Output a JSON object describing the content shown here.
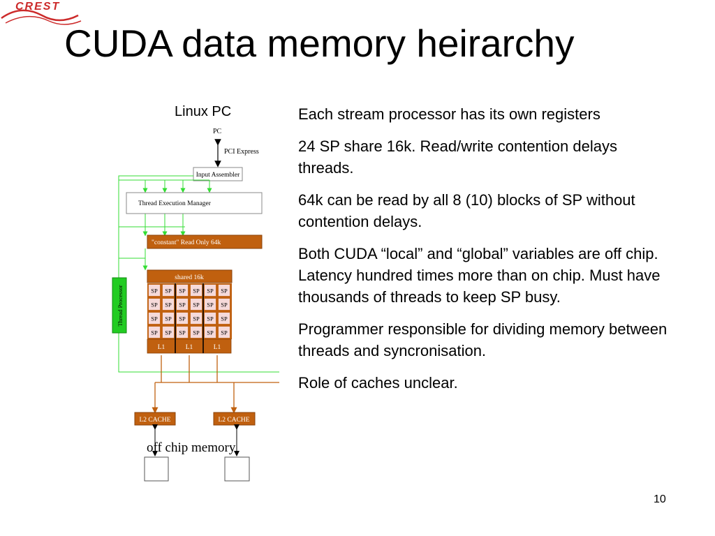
{
  "logo": {
    "text": "CREST",
    "color": "#cc2a2a"
  },
  "slide": {
    "title": "CUDA data memory heirarchy",
    "page_number": "10"
  },
  "diagram": {
    "host_label": "Linux PC",
    "pc_label": "PC",
    "pci_label": "PCI Express",
    "input_assembler": "Input Assembler",
    "thread_execution_manager": "Thread Execution Manager",
    "constant_memory": "\"constant\" Read Only 64k",
    "shared_memory": "shared 16k",
    "sp_label": "SP",
    "l1_label": "L1",
    "thread_processor": "Thread Processor",
    "l2_cache": "L2 CACHE",
    "off_chip_memory": "off chip memory",
    "colors": {
      "orange": "#c0600f",
      "sp_fill": "#f6dada",
      "green": "#33dd33",
      "thread_processor_fill": "#22cc22"
    }
  },
  "bullets": [
    "Each stream processor has its own registers",
    "24 SP share 16k. Read/write contention delays threads.",
    "64k can be read by all 8 (10) blocks of SP without contention delays.",
    "Both CUDA “local” and “global” variables are off chip. Latency hundred times more than on chip. Must have thousands of threads to keep SP busy.",
    "Programmer responsible for dividing memory between threads and syncronisation.",
    "Role of caches unclear."
  ]
}
